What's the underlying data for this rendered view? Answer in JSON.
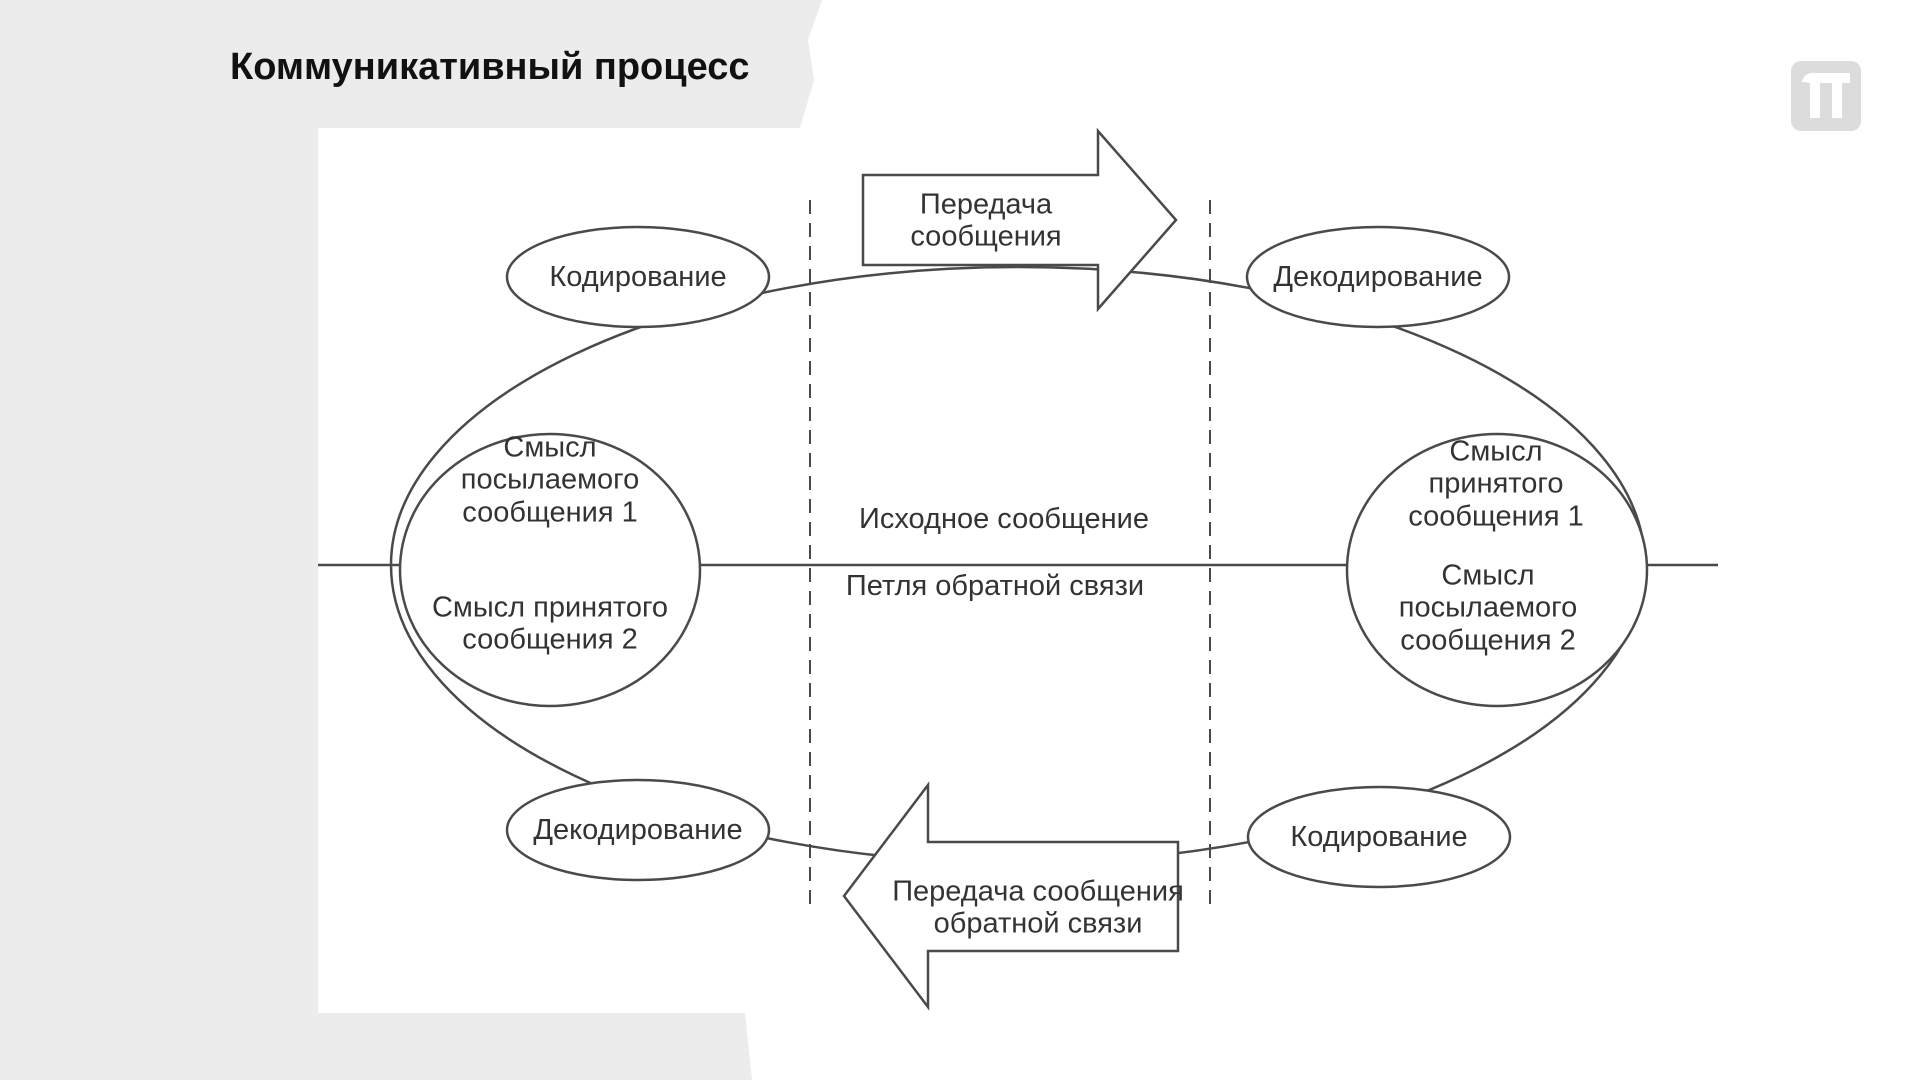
{
  "slide": {
    "title": "Коммуникативный процесс",
    "logo_icon": "pi-logo-icon"
  },
  "diagram": {
    "transmission_arrow": [
      "Передача",
      "сообщения"
    ],
    "feedback_arrow": [
      "Передача сообщения",
      "обратной связи"
    ],
    "encoding_top_left": "Кодирование",
    "decoding_top_right": "Декодирование",
    "decoding_bottom_left": "Декодирование",
    "encoding_bottom_right": "Кодирование",
    "sent_meaning_1": [
      "Смысл",
      "посылаемого",
      "сообщения 1"
    ],
    "received_meaning_2": [
      "Смысл принятого",
      "сообщения 2"
    ],
    "received_meaning_1": [
      "Смысл",
      "принятого",
      "сообщения 1"
    ],
    "sent_meaning_2": [
      "Смысл",
      "посылаемого",
      "сообщения 2"
    ],
    "original_message": "Исходное сообщение",
    "feedback_loop": "Петля обратной связи"
  },
  "colors": {
    "gray_panel": "#ececec",
    "line": "#4a4a4a",
    "text": "#333333"
  }
}
